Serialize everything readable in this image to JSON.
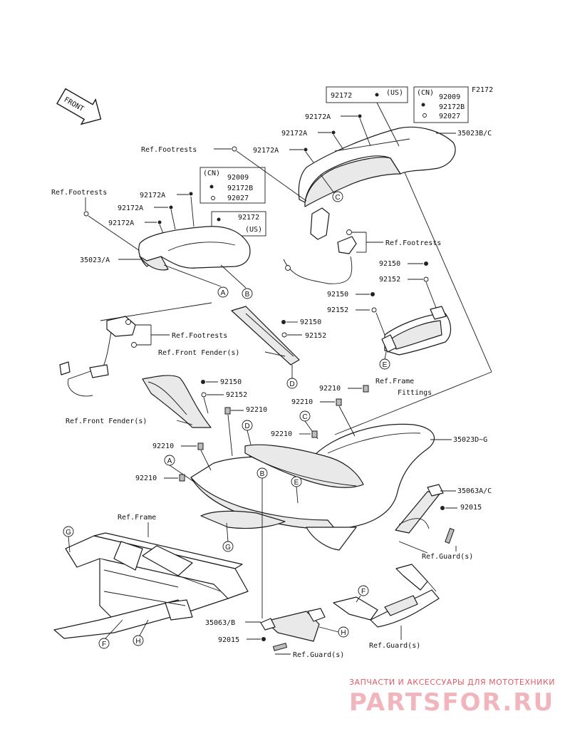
{
  "figure_code": "F2172",
  "front_arrow_label": "FRONT",
  "callouts": {
    "p92172_top": "92172",
    "us_top": "(US)",
    "cn_top": "(CN)",
    "p92009_top": "92009",
    "p92172B_top": "92172B",
    "p92027_top": "92027",
    "p92172A_1": "92172A",
    "p92172A_2": "92172A",
    "p92172A_3": "92172A",
    "p35023BC": "35023B/C",
    "ref_footrests_1": "Ref.Footrests",
    "ref_footrests_2": "Ref.Footrests",
    "cn_mid": "(CN)",
    "p92009_mid": "92009",
    "p92172B_mid": "92172B",
    "p92027_mid": "92027",
    "p92172A_4": "92172A",
    "p92172A_5": "92172A",
    "p92172A_6": "92172A",
    "p92172_mid": "92172",
    "us_mid": "(US)",
    "p35023A": "35023/A",
    "ref_footrests_3": "Ref.Footrests",
    "p92150_1": "92150",
    "p92152_1": "92152",
    "p92150_2": "92150",
    "p92152_2": "92152",
    "p92150_3": "92150",
    "p92152_3": "92152",
    "ref_footrests_4": "Ref.Footrests",
    "ref_front_fender_1": "Ref.Front Fender(s)",
    "ref_frame_fittings_1": "Ref.Frame",
    "ref_frame_fittings_2": "Fittings",
    "p92150_4": "92150",
    "p92152_4": "92152",
    "p92210_1": "92210",
    "p92210_2": "92210",
    "p92210_3": "92210",
    "p92210_4": "92210",
    "p92210_5": "92210",
    "p92210_6": "92210",
    "ref_front_fender_2": "Ref.Front Fender(s)",
    "p35023DG": "35023D~G",
    "p35063AC": "35063A/C",
    "p92015_1": "92015",
    "ref_frame": "Ref.Frame",
    "ref_guard_1": "Ref.Guard(s)",
    "p35063B": "35063/B",
    "p92015_2": "92015",
    "ref_guard_2": "Ref.Guard(s)",
    "ref_guard_3": "Ref.Guard(s)"
  },
  "letters": {
    "a1": "A",
    "b1": "B",
    "c1": "C",
    "d1": "D",
    "e1": "E",
    "c2": "C",
    "d2": "D",
    "a2": "A",
    "b2": "B",
    "e2": "E",
    "g1": "G",
    "g2": "G",
    "f1": "F",
    "h1": "H",
    "f2": "F",
    "h2": "H"
  },
  "watermark": {
    "line1": "ЗАПЧАСТИ И АКСЕССУАРЫ ДЛЯ МОТОТЕХНИКИ",
    "line2": "PARTSFOR.RU"
  }
}
